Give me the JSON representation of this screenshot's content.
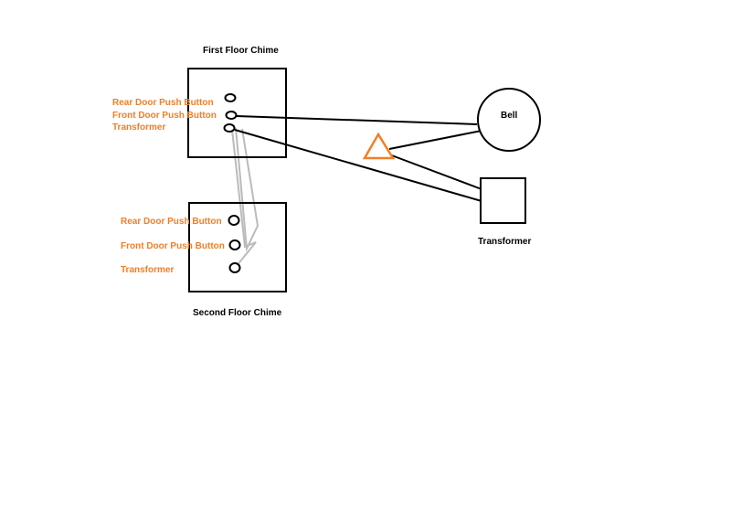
{
  "colors": {
    "label_orange": "#f07f28",
    "stroke": "#000000",
    "wire_gray": "#bbbbbb",
    "warning_orange": "#f07f28"
  },
  "first_floor_chime": {
    "title": "First Floor Chime",
    "terminals": [
      "Rear Door Push Button",
      "Front Door Push Button",
      "Transformer"
    ]
  },
  "second_floor_chime": {
    "title": "Second Floor Chime",
    "terminals": [
      "Rear Door Push Button",
      "Front Door Push Button",
      "Transformer"
    ]
  },
  "bell": {
    "label": "Bell"
  },
  "transformer": {
    "label": "Transformer"
  },
  "warning": {
    "icon": "triangle-warning-icon"
  }
}
